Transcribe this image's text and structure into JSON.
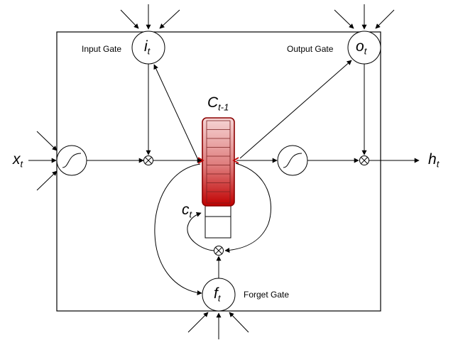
{
  "labels": {
    "input_gate": "Input Gate",
    "output_gate": "Output Gate",
    "forget_gate": "Forget Gate"
  },
  "symbols": {
    "x": {
      "base": "x",
      "sub": "t"
    },
    "h": {
      "base": "h",
      "sub": "t"
    },
    "i": {
      "base": "i",
      "sub": "t"
    },
    "o": {
      "base": "o",
      "sub": "t"
    },
    "f": {
      "base": "f",
      "sub": "t"
    },
    "c": {
      "base": "c",
      "sub": "t"
    },
    "C": {
      "base": "C",
      "sub": "t-1"
    }
  },
  "colors": {
    "line": "#000000",
    "memory_light": "#f2c4c4",
    "memory_dark": "#c00000",
    "memory_border": "#8b0000"
  }
}
